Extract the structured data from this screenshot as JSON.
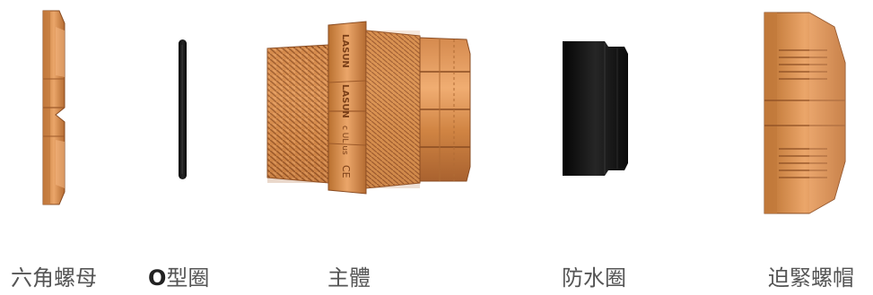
{
  "colors": {
    "bronze_light": "#e9a467",
    "bronze_mid": "#c4793f",
    "bronze_dark": "#8a4c22",
    "rubber": "#121212",
    "label_text": "#555555"
  },
  "parts": [
    {
      "id": "hex-nut",
      "label": "六角螺母"
    },
    {
      "id": "o-ring",
      "label_prefix": "O",
      "label_rest": "型圈"
    },
    {
      "id": "body",
      "label": "主體",
      "markings": [
        "LASUN",
        "LASUN",
        "c UL us",
        "CE"
      ]
    },
    {
      "id": "seal",
      "label": "防水圈"
    },
    {
      "id": "cap-nut",
      "label": "迫緊螺帽"
    }
  ]
}
